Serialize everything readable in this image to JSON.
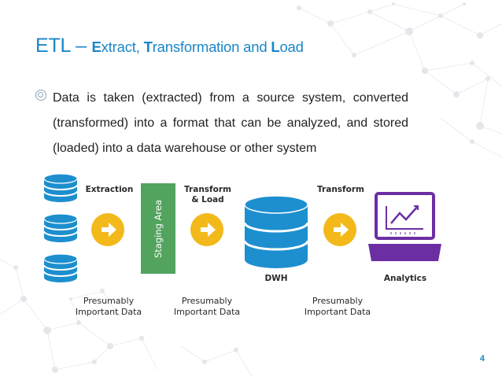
{
  "slide": {
    "title_main": "ETL –",
    "title_parts": [
      {
        "initial": "E",
        "rest": "xtract, "
      },
      {
        "initial": "T",
        "rest": "ransformation and "
      },
      {
        "initial": "L",
        "rest": "oad"
      }
    ],
    "bullet": "Data is taken (extracted) from a source system, converted (transformed) into a format that can be analyzed, and stored (loaded) into a data warehouse or other system",
    "page_number": "4"
  },
  "diagram": {
    "labels": {
      "extraction": "Extraction",
      "transform_load": "Transform\n& Load",
      "transform": "Transform",
      "staging_area": "Staging Area",
      "dwh": "DWH",
      "analytics": "Analytics"
    },
    "presumably_labels": [
      "Presumably\nImportant Data",
      "Presumably\nImportant Data",
      "Presumably\nImportant Data"
    ],
    "colors": {
      "database_blue": "#1d8fcf",
      "arrow_circle": "#f3b91b",
      "staging_green": "#52a35e",
      "laptop_purple": "#6b2fa3",
      "title_blue": "#1a86c8"
    },
    "icons": [
      "database-icon",
      "arrow-right-icon",
      "laptop-chart-icon"
    ]
  }
}
